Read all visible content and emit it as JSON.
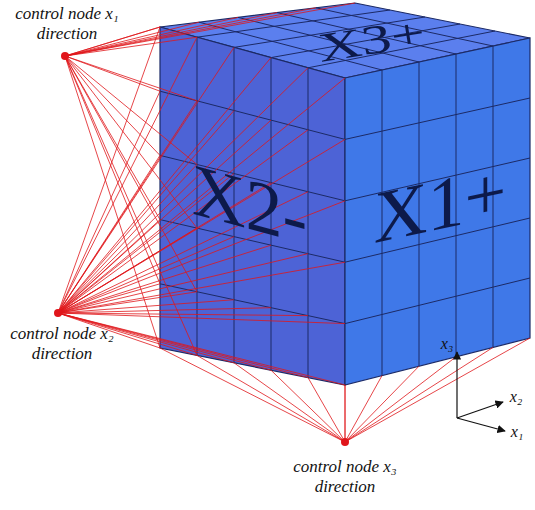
{
  "diagram": {
    "labels": [
      "X3+",
      "X2-",
      "X1+",
      "control node x₁ direction",
      "control node x₂ direction",
      "control node x₃ direction",
      "x₃",
      "x₂",
      "x₁"
    ]
  }
}
